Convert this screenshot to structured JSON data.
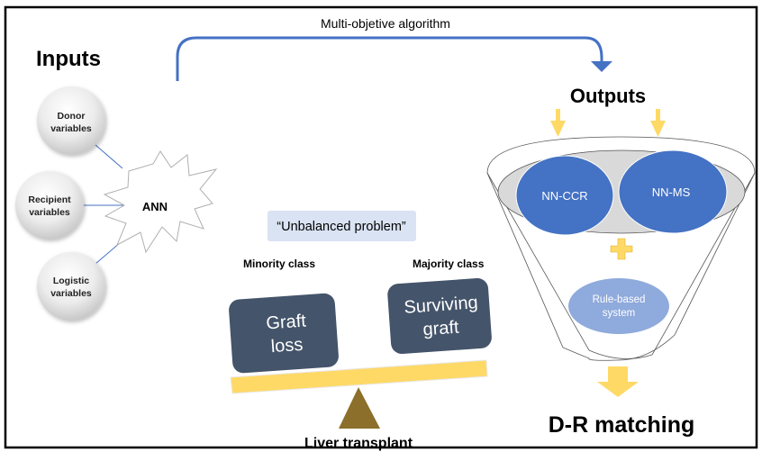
{
  "title": "Multi-objetive algorithm",
  "inputs": {
    "heading": "Inputs",
    "nodes": [
      {
        "line1": "Donor",
        "line2": "variables"
      },
      {
        "line1": "Recipient",
        "line2": "variables"
      },
      {
        "line1": "Logistic",
        "line2": "variables"
      }
    ],
    "ann_label": "ANN"
  },
  "balance": {
    "problem_label": "“Unbalanced problem”",
    "minority_label": "Minority class",
    "majority_label": "Majority class",
    "minority_box": {
      "line1": "Graft",
      "line2": "loss"
    },
    "majority_box": {
      "line1": "Surviving",
      "line2": "graft"
    },
    "fulcrum_label": "Liver transplant"
  },
  "outputs": {
    "heading": "Outputs",
    "models": [
      "NN-CCR",
      "NN-MS"
    ],
    "rule_system": {
      "line1": "Rule-based",
      "line2": "system"
    },
    "result_label": "D-R matching"
  },
  "colors": {
    "arrow_blue": "#4472c4",
    "model_blue": "#4472c4",
    "rule_blue": "#8faadc",
    "yellow": "#ffd966",
    "box_slate": "#44546a",
    "problem_bg": "#dae3f3",
    "fulcrum": "#8b6f2a",
    "funnel_inner": "#d9d9d9"
  }
}
